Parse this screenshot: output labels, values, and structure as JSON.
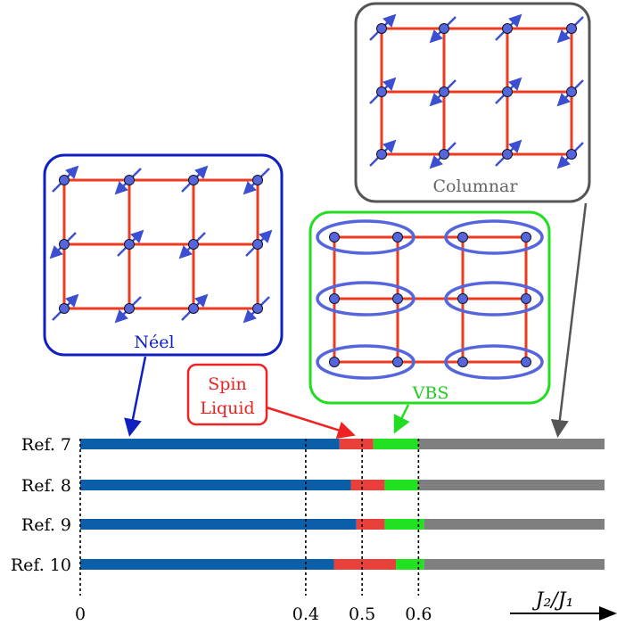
{
  "panels": {
    "neel": {
      "label": "Néel"
    },
    "vbs": {
      "label": "VBS"
    },
    "columnar": {
      "label": "Columnar"
    },
    "spin_liquid": {
      "label_line1": "Spin",
      "label_line2": "Liquid"
    }
  },
  "rows": [
    {
      "label": "Ref. 7",
      "neel_end": 0.46,
      "sl_end": 0.52,
      "vbs_end": 0.6
    },
    {
      "label": "Ref. 8",
      "neel_end": 0.48,
      "sl_end": 0.54,
      "vbs_end": 0.6
    },
    {
      "label": "Ref. 9",
      "neel_end": 0.49,
      "sl_end": 0.54,
      "vbs_end": 0.61
    },
    {
      "label": "Ref. 10",
      "neel_end": 0.45,
      "sl_end": 0.56,
      "vbs_end": 0.61
    }
  ],
  "axis": {
    "label": "J₂/J₁",
    "ticks": [
      "0",
      "0.4",
      "0.5",
      "0.6"
    ],
    "tick_values": [
      0,
      0.4,
      0.5,
      0.6
    ],
    "max": 0.93
  },
  "colors": {
    "neel": "#0b5fa8",
    "spin_liquid": "#e8403a",
    "vbs": "#22e022",
    "columnar": "#7f7f7f",
    "bond": "#ee3a1e",
    "site": "#5566dd",
    "spin_arrow": "#3b4fd0",
    "neel_frame": "#1020c0",
    "vbs_frame": "#22dd22",
    "columnar_frame": "#555555",
    "sl_frame": "#ee2222"
  }
}
